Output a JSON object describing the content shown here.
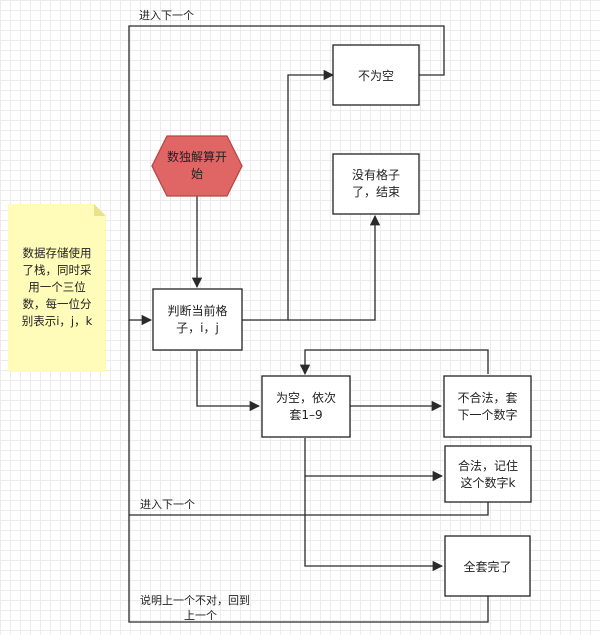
{
  "colors": {
    "start_fill": "#e06666",
    "start_stroke": "#b84545",
    "note_fill": "#fffbb8",
    "note_fold": "#e9e28a",
    "line": "#2a2a2a"
  },
  "nodes": {
    "start": {
      "shape": "hexagon",
      "lines": [
        "数独解算开",
        "始"
      ]
    },
    "judge": {
      "lines": [
        "判断当前格",
        "子，i，j"
      ]
    },
    "not_empty": {
      "lines": [
        "不为空"
      ]
    },
    "no_cells": {
      "lines": [
        "没有格子",
        "了，结束"
      ]
    },
    "empty": {
      "lines": [
        "为空，依次",
        "套1–9"
      ]
    },
    "illegal": {
      "lines": [
        "不合法，套",
        "下一个数字"
      ]
    },
    "legal": {
      "lines": [
        "合法，记住",
        "这个数字k"
      ]
    },
    "all_done": {
      "lines": [
        "全套完了"
      ]
    }
  },
  "note": {
    "lines": [
      "数据存储使用",
      "了栈，同时采",
      "用一个三位",
      "数，每一位分",
      "别表示i，j，k"
    ]
  },
  "edge_labels": {
    "next_top": "进入下一个",
    "next_mid": "进入下一个",
    "back_line1": "说明上一个不对，回到",
    "back_line2": "上一个"
  }
}
